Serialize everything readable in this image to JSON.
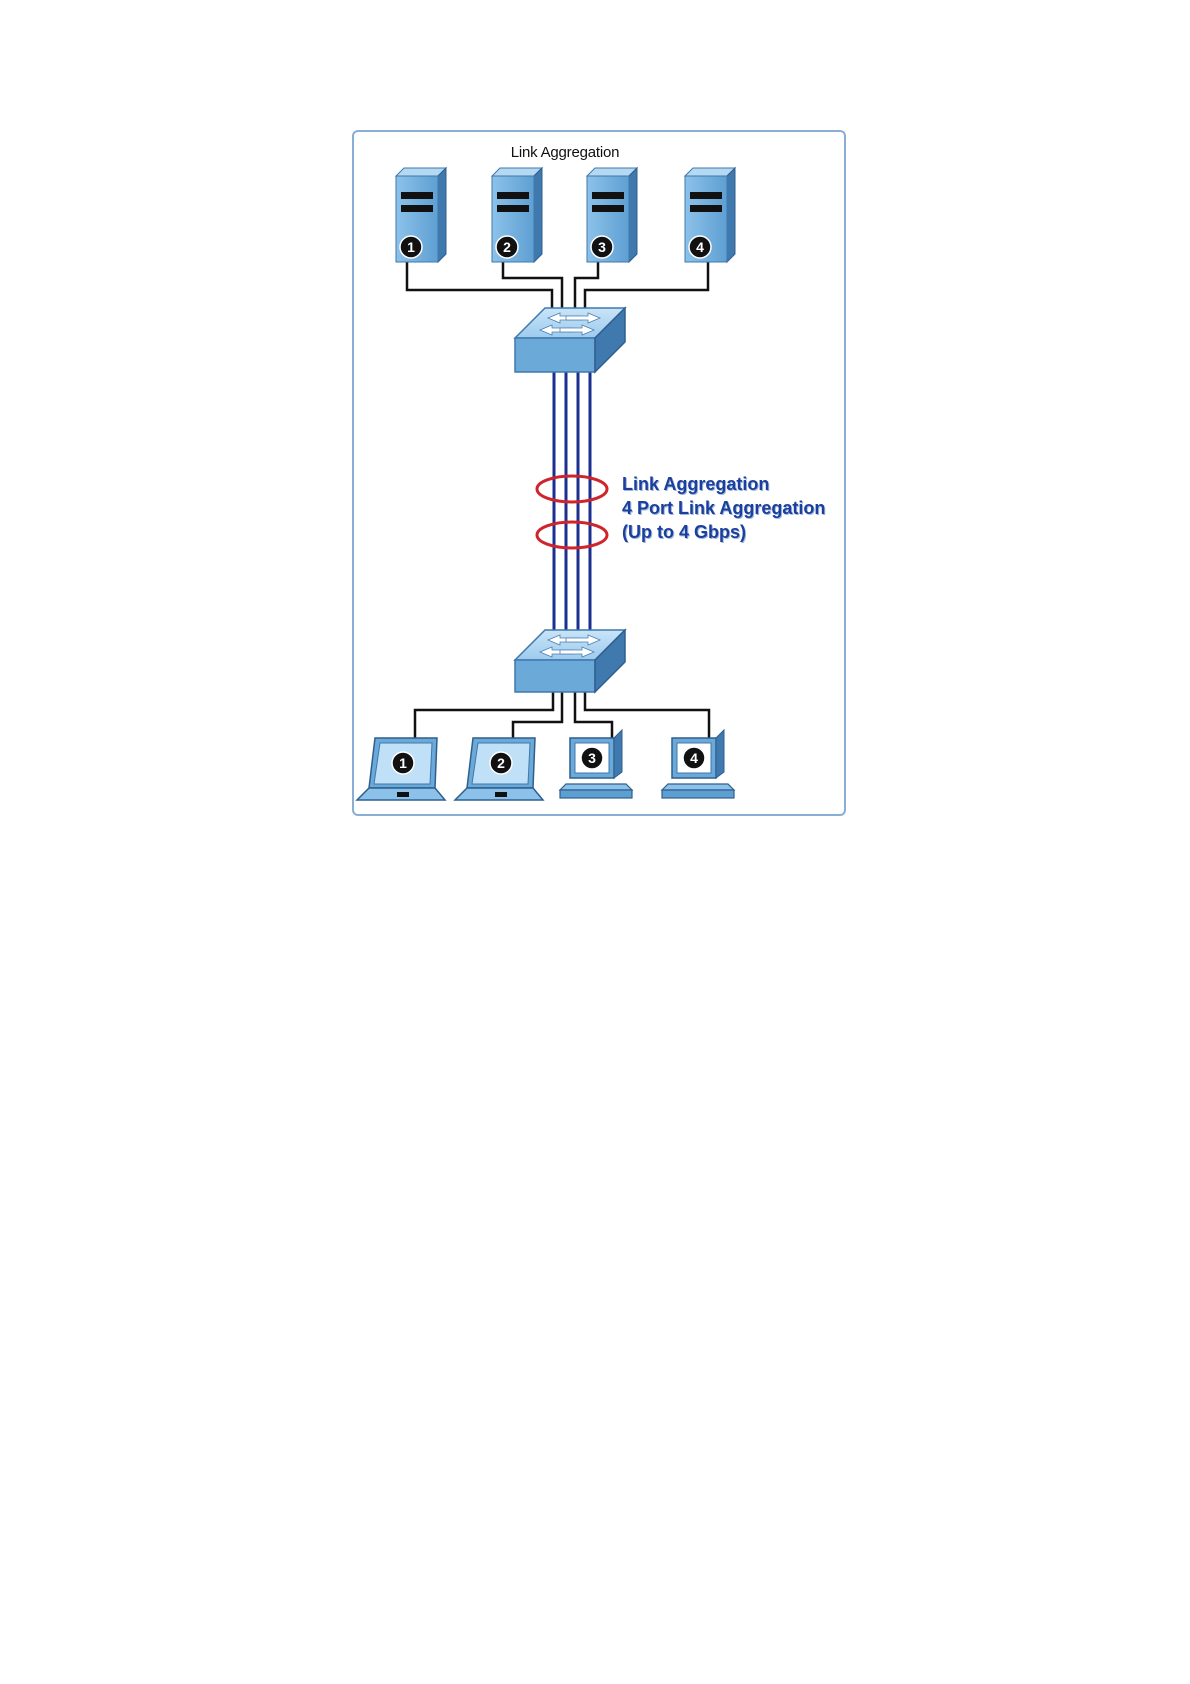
{
  "diagram": {
    "title": "Link Aggregation",
    "callout": {
      "line1": "Link Aggregation",
      "line2": "4 Port Link Aggregation",
      "line3": "(Up to 4 Gbps)"
    },
    "servers": [
      {
        "number": "1",
        "icon": "tower-server-icon"
      },
      {
        "number": "2",
        "icon": "tower-server-icon"
      },
      {
        "number": "3",
        "icon": "tower-server-icon"
      },
      {
        "number": "4",
        "icon": "tower-server-icon"
      }
    ],
    "clients": [
      {
        "number": "1",
        "icon": "laptop-icon"
      },
      {
        "number": "2",
        "icon": "laptop-icon"
      },
      {
        "number": "3",
        "icon": "desktop-pc-icon"
      },
      {
        "number": "4",
        "icon": "desktop-pc-icon"
      }
    ],
    "switches": [
      {
        "role": "upper",
        "icon": "network-switch-icon"
      },
      {
        "role": "lower",
        "icon": "network-switch-icon"
      }
    ],
    "trunk_links": 4,
    "colors": {
      "frame": "#8aaed4",
      "device_fill": "#6aa9d8",
      "device_dark": "#3f79ad",
      "trunk": "#1a2f8f",
      "ring": "#d0242b",
      "callout_text": "#1a3f9c"
    }
  }
}
